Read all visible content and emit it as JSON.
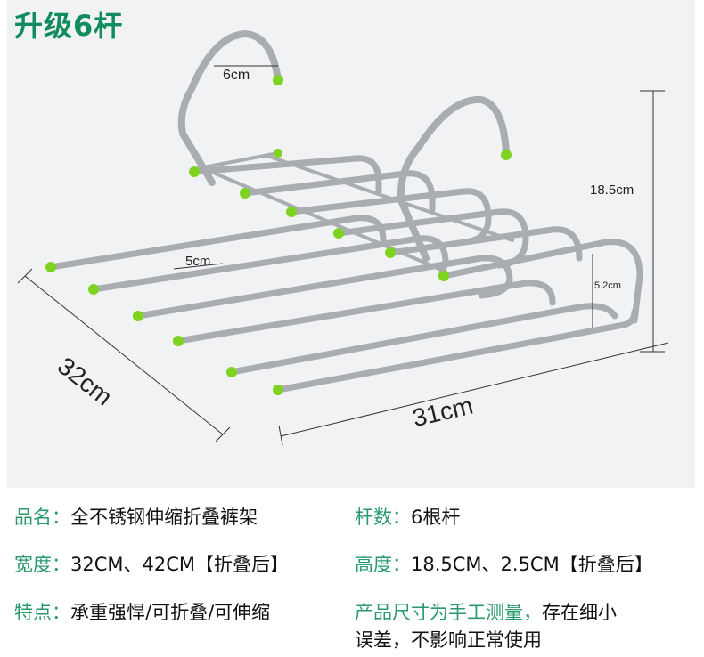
{
  "title": "升级6杆",
  "dimensions": {
    "hook_width": "6cm",
    "height": "18.5cm",
    "rod_gap": "5cm",
    "bend_height": "5.2cm",
    "depth": "32cm",
    "length": "31cm"
  },
  "specs": {
    "name": {
      "label": "品名：",
      "value": "全不锈钢伸缩折叠裤架"
    },
    "rods": {
      "label": "杆数：",
      "value": "6根杆"
    },
    "width": {
      "label": "宽度：",
      "value": "32CM、42CM【折叠后】"
    },
    "height": {
      "label": "高度：",
      "value": "18.5CM、2.5CM【折叠后】"
    },
    "features": {
      "label": "特点：",
      "value": "承重强悍/可折叠/可伸缩"
    },
    "note": {
      "highlight": "产品尺寸为手工测量，",
      "rest1": "存在细小",
      "rest2": "误差，不影响正常使用"
    }
  },
  "colors": {
    "brand_green": "#128c5c",
    "label_green": "#2a9a6c",
    "cap_green": "#7ed321"
  }
}
